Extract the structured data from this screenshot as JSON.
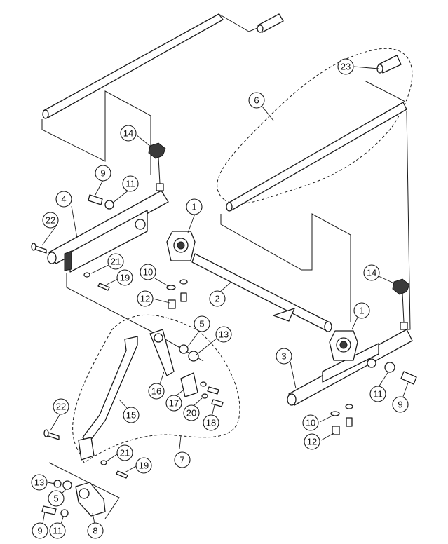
{
  "callouts": [
    {
      "id": "c23",
      "label": "23"
    },
    {
      "id": "c6",
      "label": "6"
    },
    {
      "id": "c14a",
      "label": "14"
    },
    {
      "id": "c9a",
      "label": "9"
    },
    {
      "id": "c11a",
      "label": "11"
    },
    {
      "id": "c4",
      "label": "4"
    },
    {
      "id": "c22a",
      "label": "22"
    },
    {
      "id": "c1a",
      "label": "1"
    },
    {
      "id": "c21a",
      "label": "21"
    },
    {
      "id": "c19a",
      "label": "19"
    },
    {
      "id": "c10a",
      "label": "10"
    },
    {
      "id": "c12a",
      "label": "12"
    },
    {
      "id": "c2",
      "label": "2"
    },
    {
      "id": "c5a",
      "label": "5"
    },
    {
      "id": "c13a",
      "label": "13"
    },
    {
      "id": "c14b",
      "label": "14"
    },
    {
      "id": "c1b",
      "label": "1"
    },
    {
      "id": "c3",
      "label": "3"
    },
    {
      "id": "c16",
      "label": "16"
    },
    {
      "id": "c17",
      "label": "17"
    },
    {
      "id": "c20",
      "label": "20"
    },
    {
      "id": "c18",
      "label": "18"
    },
    {
      "id": "c15",
      "label": "15"
    },
    {
      "id": "c22b",
      "label": "22"
    },
    {
      "id": "c21b",
      "label": "21"
    },
    {
      "id": "c19b",
      "label": "19"
    },
    {
      "id": "c7",
      "label": "7"
    },
    {
      "id": "c13b",
      "label": "13"
    },
    {
      "id": "c5b",
      "label": "5"
    },
    {
      "id": "c9b",
      "label": "9"
    },
    {
      "id": "c11b",
      "label": "11"
    },
    {
      "id": "c8",
      "label": "8"
    },
    {
      "id": "c11c",
      "label": "11"
    },
    {
      "id": "c9c",
      "label": "9"
    },
    {
      "id": "c10b",
      "label": "10"
    },
    {
      "id": "c12b",
      "label": "12"
    }
  ]
}
